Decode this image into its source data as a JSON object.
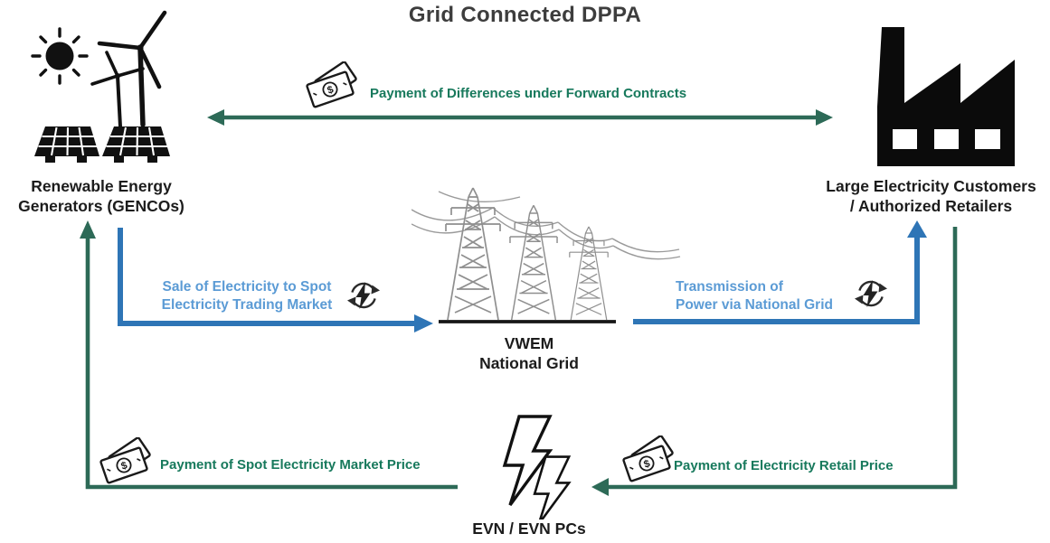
{
  "title": "Grid Connected DPPA",
  "colors": {
    "green_arrow": "#2d6a57",
    "green_text": "#17795c",
    "blue_arrow": "#2e75b6",
    "blue_text": "#5b9bd5"
  },
  "nodes": {
    "gencos": {
      "label": [
        "Renewable Energy",
        "Generators (GENCOs)"
      ]
    },
    "customers": {
      "label": [
        "Large Electricity Customers",
        "/ Authorized Retailers"
      ]
    },
    "national_grid": {
      "label": [
        "VWEM",
        "National Grid"
      ]
    },
    "evn": {
      "label": "EVN / EVN PCs"
    }
  },
  "flows": {
    "forward_contracts": {
      "label": "Payment of Differences under Forward Contracts",
      "direction": "bidirectional"
    },
    "sale_to_spot_market": {
      "label": [
        "Sale of Electricity to Spot",
        "Electricity Trading Market"
      ]
    },
    "transmission": {
      "label": [
        "Transmission of",
        "Power via National Grid"
      ]
    },
    "spot_market_payment": {
      "label": "Payment of Spot Electricity Market Price"
    },
    "retail_price_payment": {
      "label": "Payment of Electricity Retail Price"
    }
  },
  "icons": {
    "money_symbol": "$"
  }
}
